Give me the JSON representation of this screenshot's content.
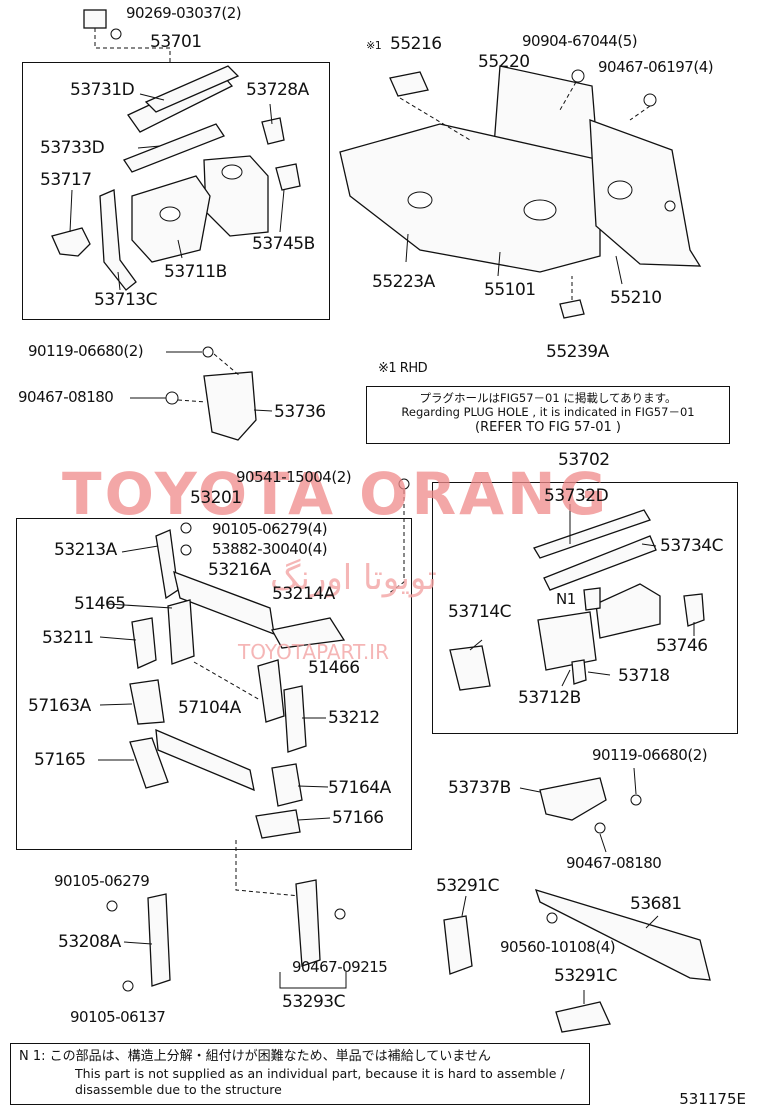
{
  "labels": {
    "p90269": "90269-03037(2)",
    "p53701": "53701",
    "p53731D": "53731D",
    "p53728A": "53728A",
    "p53733D": "53733D",
    "p53717": "53717",
    "p53745B": "53745B",
    "p53711B": "53711B",
    "p53713C": "53713C",
    "p55216": "55216",
    "p90904": "90904-67044(5)",
    "p55220": "55220",
    "p90467a": "90467-06197(4)",
    "p55223A": "55223A",
    "p55101": "55101",
    "p55210": "55210",
    "p55239A": "55239A",
    "p90119a": "90119-06680(2)",
    "p90467b": "90467-08180",
    "p53736": "53736",
    "p53702": "53702",
    "p90541": "90541-15004(2)",
    "p53732D": "53732D",
    "p53201": "53201",
    "p90105a": "90105-06279(4)",
    "p53213A": "53213A",
    "p53882": "53882-30040(4)",
    "p53216A": "53216A",
    "p53734C": "53734C",
    "p53214A": "53214A",
    "p51465": "51465",
    "pN1": "N1",
    "p53714C": "53714C",
    "p53211": "53211",
    "p53746": "53746",
    "p51466": "51466",
    "p53718": "53718",
    "p53712B": "53712B",
    "p57163A": "57163A",
    "p57104A": "57104A",
    "p53212": "53212",
    "p57165": "57165",
    "p57164A": "57164A",
    "p57166": "57166",
    "p90119b": "90119-06680(2)",
    "p53737B": "53737B",
    "p90467c": "90467-08180",
    "p90105b": "90105-06279",
    "p53291C1": "53291C",
    "p53681": "53681",
    "p53208A": "53208A",
    "p90467d": "90467-09215",
    "p90560": "90560-10108(4)",
    "p53291C2": "53291C",
    "p90105c": "90105-06137",
    "p53293C": "53293C"
  },
  "rhd_mark": "※1",
  "rhd_note": "※1 RHD",
  "note": {
    "line1": "プラグホールはFIG57－01 に掲載してあります。",
    "line2": "Regarding  PLUG HOLE , it is indicated in FIG57－01",
    "line3": "(REFER TO FIG  57-01  )"
  },
  "watermark": {
    "main": "TOYOTA ORANG",
    "arabic": "تويوتا اورنگ",
    "site": "TOYOTAPART.IR"
  },
  "footer": {
    "line1": "N 1:  この部品は、構造上分解・組付けが困難なため、単品では補給していません",
    "line2": "This part is not supplied as an individual part, because it is hard to assemble /",
    "line3": "disassemble due to the structure"
  },
  "diagram_code": "531175E"
}
